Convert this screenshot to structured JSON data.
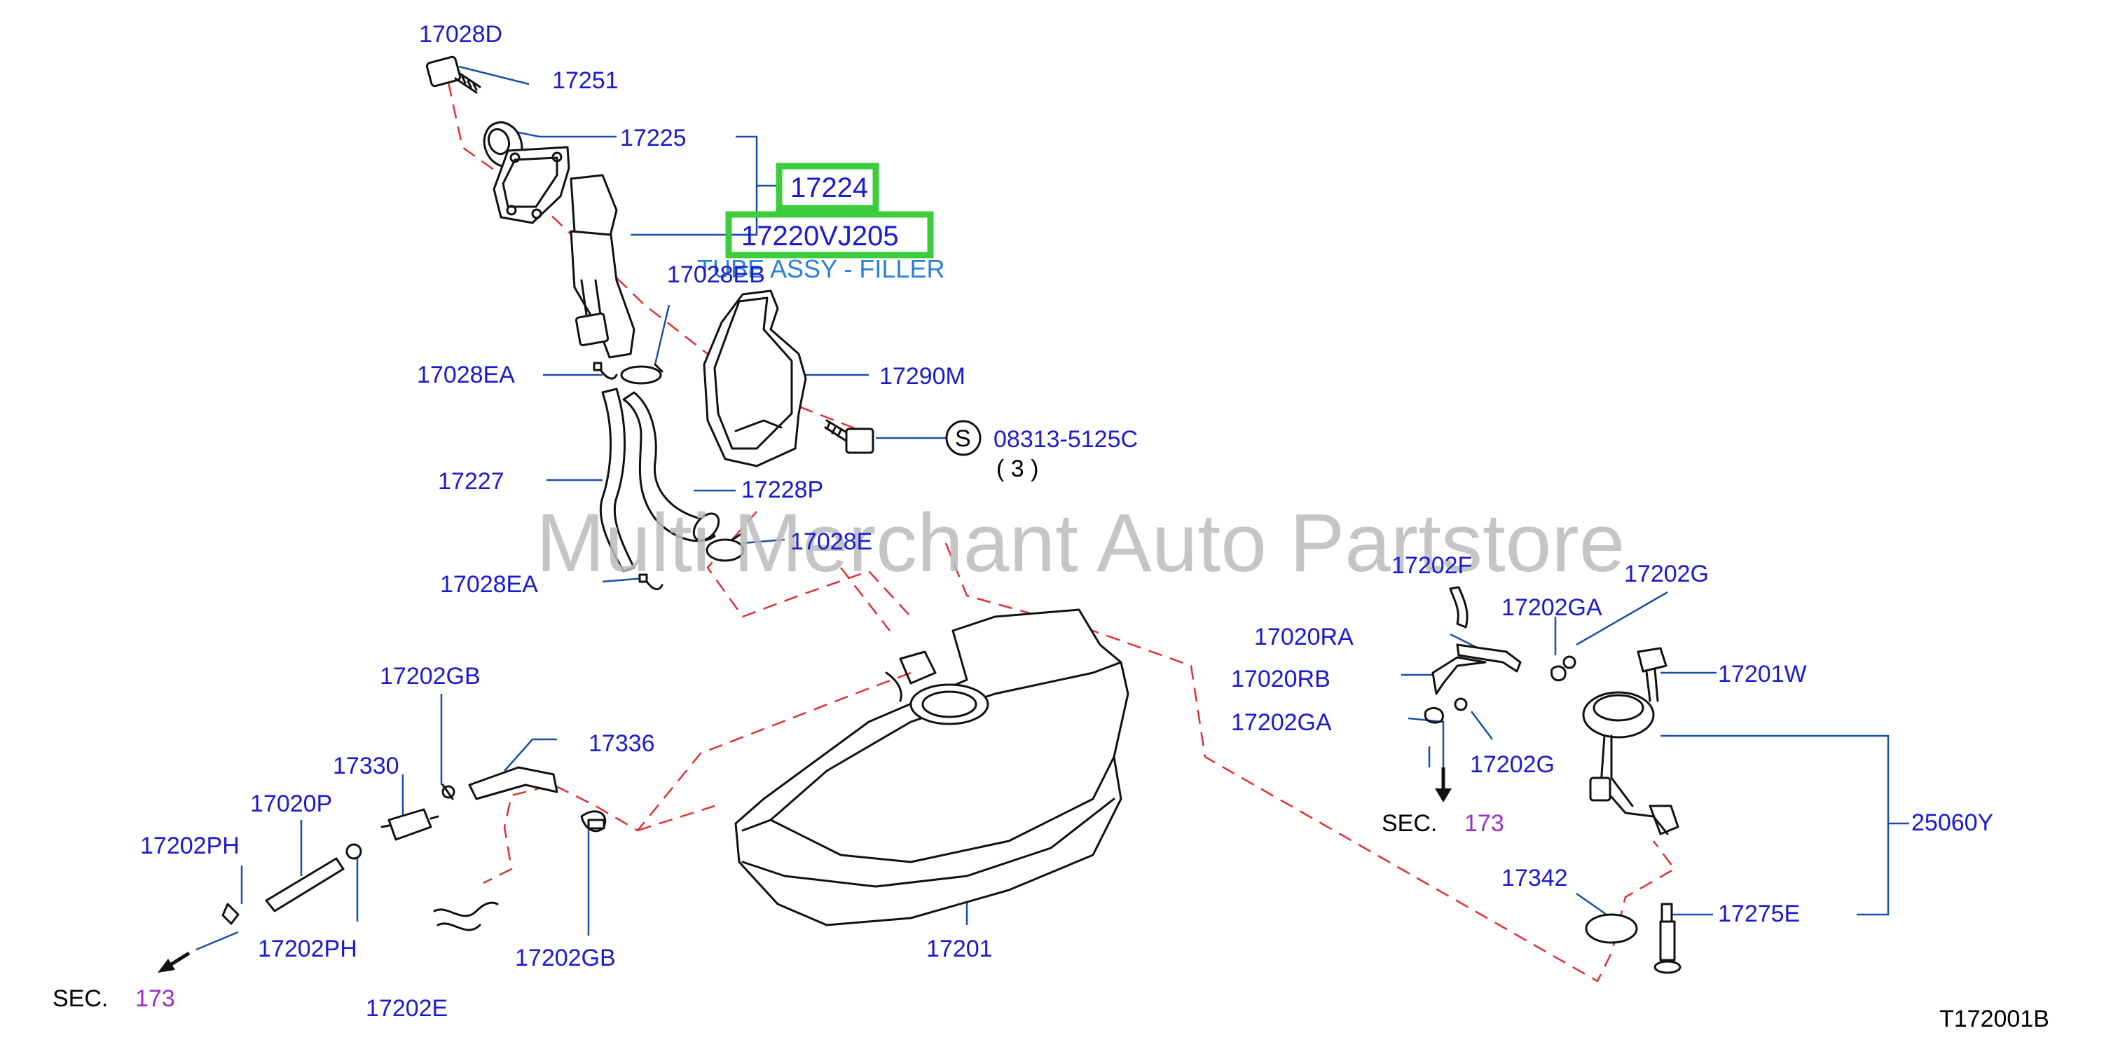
{
  "diagram": {
    "labels": {
      "p17028D": "17028D",
      "p17251": "17251",
      "p17225": "17225",
      "p17224": "17224",
      "p17220VJ205": "17220VJ205",
      "p17028EB": "17028EB",
      "p17028EA_top": "17028EA",
      "p17290M": "17290M",
      "p08313": "08313-5125C",
      "qty": "( 3 )",
      "s_mark": "S",
      "p17227": "17227",
      "p17228P": "17228P",
      "p17028E": "17028E",
      "p17028EA_bottom": "17028EA",
      "p17202GB_top": "17202GB",
      "p17336": "17336",
      "p17330": "17330",
      "p17020P": "17020P",
      "p17202PH_top": "17202PH",
      "p17202PH_bottom": "17202PH",
      "p17202GB_bottom": "17202GB",
      "p17202E": "17202E",
      "p17201": "17201",
      "p17202F": "17202F",
      "p17202G_top": "17202G",
      "p17202GA_top": "17202GA",
      "p17020RA": "17020RA",
      "p17020RB": "17020RB",
      "p17201W": "17201W",
      "p17202GA_bottom": "17202GA",
      "p17202G_bottom": "17202G",
      "p25060Y": "25060Y",
      "p17342": "17342",
      "p17275E": "17275E"
    },
    "highlighted_parts": [
      "17224",
      "17220VJ205"
    ],
    "caption": "TUBE ASSY - FILLER",
    "sec_refs": [
      {
        "label": "SEC.",
        "number": "173"
      },
      {
        "label": "SEC.",
        "number": "173"
      }
    ],
    "watermark": "Multi Merchant Auto Partstore",
    "diagram_code": "T172001B",
    "colors": {
      "label": "#1a1ad0",
      "highlight": "#3ccc3c",
      "dashed_line": "#e03030",
      "sec_number": "#9a2ec9",
      "caption": "#2a7fd8"
    }
  }
}
